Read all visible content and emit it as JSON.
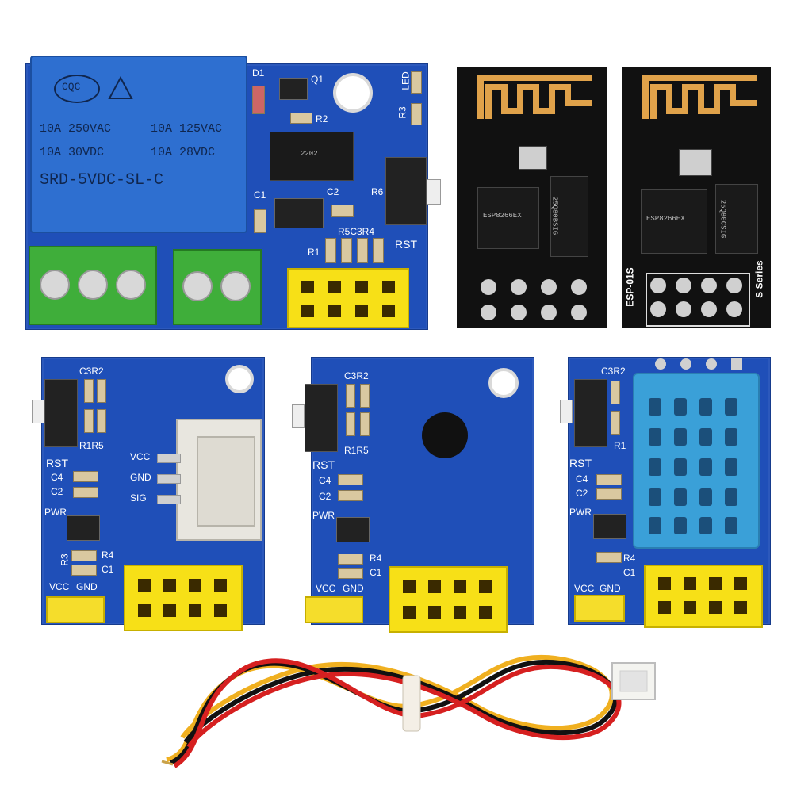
{
  "relay_board": {
    "relay_logo": "CQC",
    "relay_lines": [
      "10A 250VAC",
      "10A 125VAC",
      "10A 30VDC",
      "10A 28VDC",
      "SRD-5VDC-SL-C"
    ],
    "labels": [
      "D1",
      "Q1",
      "R2",
      "C1",
      "C2",
      "R6",
      "R1",
      "R5C3R4",
      "RST",
      "LED",
      "R3"
    ],
    "chip_text": "2202"
  },
  "esp_left": {
    "chip_main": "ESP8266EX",
    "chip_flash": "25Q80BSIG"
  },
  "esp_right": {
    "chip_main": "ESP8266EX",
    "chip_flash": "25Q80CSIG",
    "side_left": "ESP-01S",
    "side_right": "S Series"
  },
  "ds18b20_board": {
    "labels": [
      "C3R2",
      "R1R5",
      "RST",
      "C4",
      "C2",
      "PWR",
      "R4",
      "C1",
      "VCC",
      "GND",
      "R3"
    ],
    "pin_labels": [
      "VCC",
      "GND",
      "SIG"
    ]
  },
  "temp_board": {
    "labels": [
      "C3R2",
      "R1R5",
      "RST",
      "C4",
      "C2",
      "PWR",
      "R4",
      "C1",
      "VCC",
      "GND"
    ]
  },
  "dht_board": {
    "labels": [
      "C3R2",
      "R1",
      "RST",
      "C4",
      "C2",
      "PWR",
      "R4",
      "C1",
      "VCC",
      "GND"
    ]
  },
  "colors": {
    "pcb_blue": "#1f4fb8",
    "esp_black": "#111111",
    "relay_blue": "#2e6fd0",
    "terminal_green": "#3fae3a",
    "header_yellow": "#f7e017",
    "dht_blue": "#3aa0d8",
    "wire_red": "#d62020",
    "wire_black": "#111111",
    "wire_yellow": "#f0b020"
  }
}
